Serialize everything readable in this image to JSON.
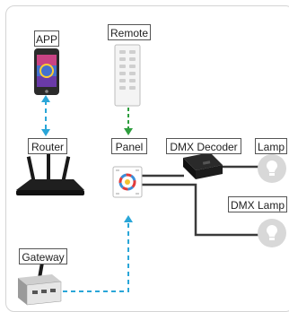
{
  "labels": {
    "app": "APP",
    "remote": "Remote",
    "router": "Router",
    "panel": "Panel",
    "dmx_decoder": "DMX Decoder",
    "lamp": "Lamp",
    "dmx_lamp": "DMX Lamp",
    "gateway": "Gateway"
  },
  "colors": {
    "wireless_link": "#2aa6d8",
    "remote_link": "#2e9e3e",
    "wired_link": "#3a3a3a",
    "lamp_glow": "#d8d8d8"
  }
}
